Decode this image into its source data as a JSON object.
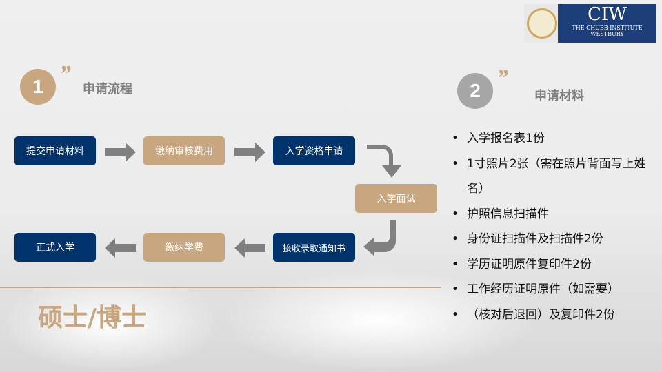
{
  "logo": {
    "title": "CIW",
    "line1": "THE CHUBB INSTITUTE",
    "line2": "WESTBURY"
  },
  "section1": {
    "number": "1",
    "quote": "”",
    "title": "申请流程"
  },
  "section2": {
    "number": "2",
    "quote": "”",
    "title": "申请材料"
  },
  "flow": [
    "提交申请材料",
    "缴纳审核费用",
    "入学资格申请",
    "入学面试",
    "接收录取通知书",
    "缴纳学费",
    "正式入学"
  ],
  "degree": "硕士/博士",
  "materials": [
    "入学报名表1份",
    "1寸照片2张（需在照片背面写上姓名）",
    "护照信息扫描件",
    "身份证扫描件及扫描件2份",
    "学历证明原件复印件2份",
    "工作经历证明原件（如需要）",
    "（核对后退回）及复印件2份"
  ],
  "colors": {
    "navy": "#00336b",
    "tan": "#c8a67f",
    "gray": "#7f7f7f",
    "circle2": "#a6a6a6"
  }
}
